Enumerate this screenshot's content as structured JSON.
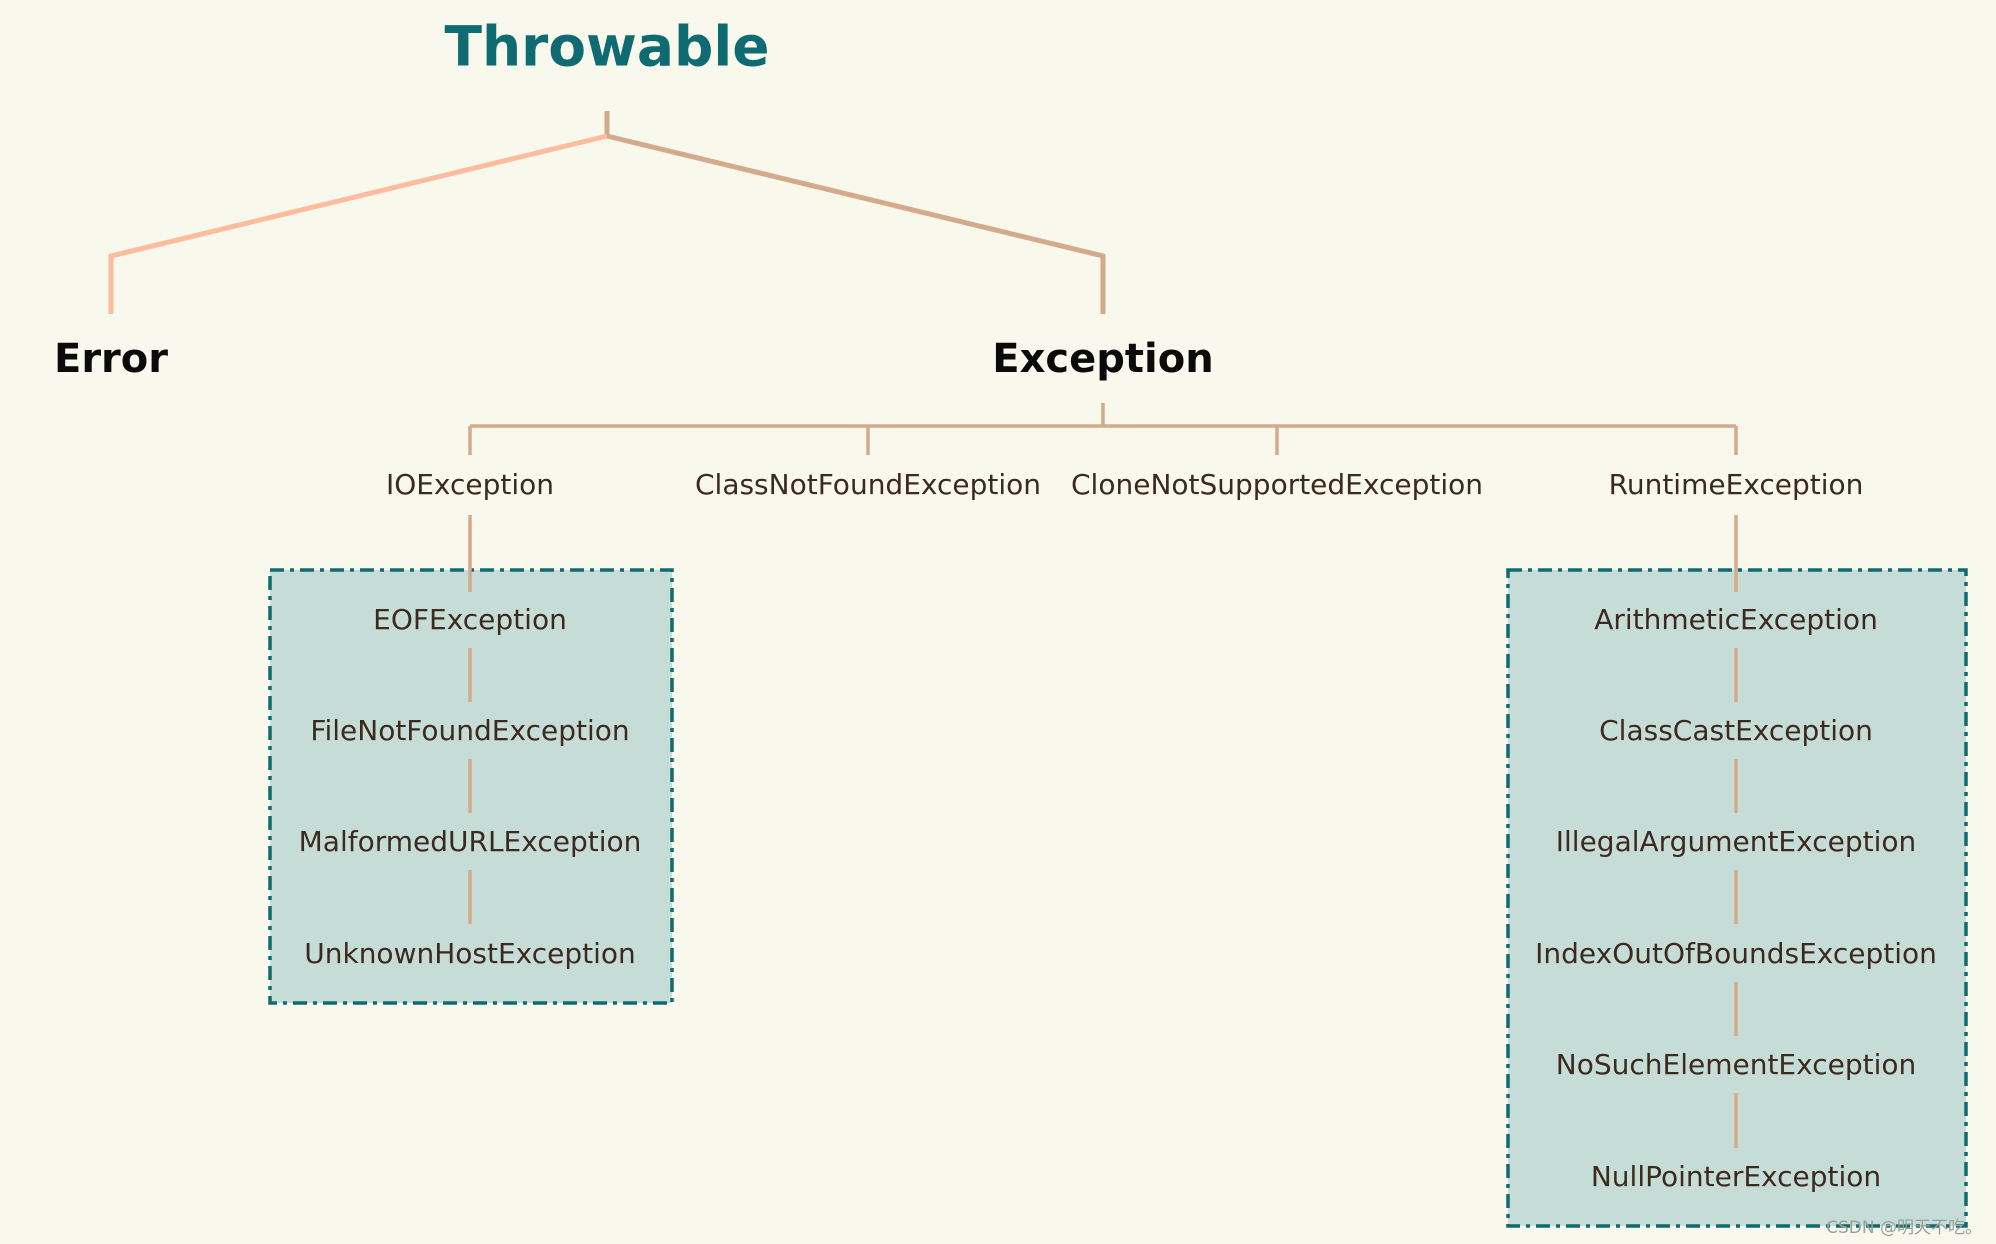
{
  "diagram": {
    "root": "Throwable",
    "error": "Error",
    "exception": "Exception",
    "exception_children": {
      "io": "IOException",
      "class_not_found": "ClassNotFoundException",
      "clone_not_supported": "CloneNotSupportedException",
      "runtime": "RuntimeException"
    },
    "io_subclasses": [
      "EOFException",
      "FileNotFoundException",
      "MalformedURLException",
      "UnknownHostException"
    ],
    "runtime_subclasses": [
      "ArithmeticException",
      "ClassCastException",
      "IllegalArgumentException",
      "IndexOutOfBoundsException",
      "NoSuchElementException",
      "NullPointerException"
    ]
  },
  "watermark": "CSDN @明天不吃。",
  "colors": {
    "background": "#f9f8ec",
    "root_text": "#0f6b72",
    "error_branch": "#fbbd9d",
    "tree_lines": "#d4aa8c",
    "group_fill": "#c6ddd7",
    "group_border": "#0f6b72",
    "node_text": "#3d2a1e"
  }
}
